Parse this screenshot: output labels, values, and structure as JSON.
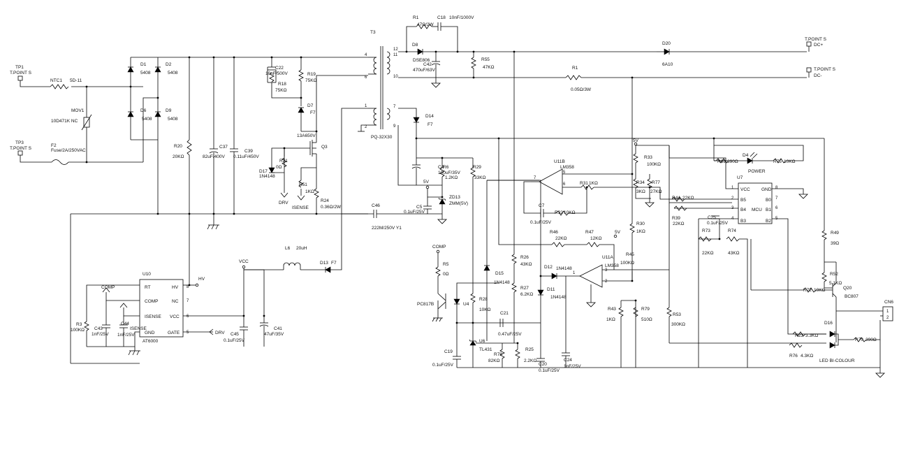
{
  "labels": {
    "tp1": "TP1",
    "tp1_sub": "T.POINT S",
    "tp3": "TP3",
    "tp3_sub": "T.POINT S",
    "ntc1": "NTC1",
    "ntc1_val": "5D-11",
    "mov1": "MOV1",
    "mov1_val": "10D471K NC",
    "f2": "F2",
    "f2_val": "Fuse/2A/250VAC",
    "d1": "D1",
    "d1_val": "5408",
    "d2": "D2",
    "d2_val": "5408",
    "d6": "D6",
    "d6_val": "5408",
    "d9": "D9",
    "d9_val": "5408",
    "r20": "R20",
    "r20_val": "20KΩ",
    "c37": "C37",
    "c37_val": "82uF/400V",
    "c39": "C39",
    "c39_val": "0.11uF/450V",
    "c22": "C22",
    "c22_val": "10nF/500V",
    "r18": "R18",
    "r18_val": "75KΩ",
    "r19": "R19",
    "r19_val": "75KΩ",
    "d7": "D7",
    "d7_val": "F7",
    "q3": "Q3",
    "q3_val": "13A650V",
    "r21": "R21",
    "r21_val": "0Ω",
    "d17": "D17",
    "d17_val": "1N4148",
    "drv": "DRV",
    "r51": "R51",
    "r51_val": "1KΩ",
    "isense": "ISENSE",
    "r24": "R24",
    "r24_val": "0.36Ω/2W",
    "t3": "T3",
    "t3_val": "PQ-32X30",
    "t3_p4": "4",
    "t3_p6": "6",
    "t3_p1": "1",
    "t3_p2": "2",
    "t3_p12": "12",
    "t3_p11": "11",
    "t3_p10": "10",
    "t3_p7": "7",
    "t3_p9": "9",
    "c46": "C46",
    "c46_val": "222M/250V Y1",
    "r1a": "R1",
    "r1a_val": "47Ω/2W",
    "c18": "C18",
    "c18_val": "10nF/1000V",
    "d8": "D8",
    "d8_val": "DSE806",
    "c42": "C42",
    "c42_val": "470uF/63V",
    "r55": "R55",
    "r55_val": "47KΩ",
    "d20": "D20",
    "d20_val": "6A10",
    "r1b": "R1",
    "r1b_val": "0.05Ω/3W",
    "dcp_tp": "T.POINT S",
    "dcp": "DC+",
    "dcm_tp": "T.POINT S",
    "dcm": "DC-",
    "d14": "D14",
    "d14_val": "F7",
    "c4": "C4",
    "c4_val": "100uF/35V",
    "r6": "R6",
    "r6_val": "1.2KΩ",
    "r29": "R29",
    "r29_val": "33KΩ",
    "zd13": "ZD13",
    "zd13_val": "ZMM(5V)",
    "c5": "C5",
    "c5_val": "0.1uF/25V",
    "v5_a": "5V",
    "v5_b": "5V",
    "v5_c": "5V",
    "u11b": "U11B",
    "u11b_val": "LM358",
    "r31": "R31",
    "r31_val": "1KΩ",
    "c7": "C7",
    "c7_val": "0.1uF/25V",
    "r32": "R32",
    "r32_val": "10KΩ",
    "r33": "R33",
    "r33_val": "100KΩ",
    "r34": "R34",
    "r34_val": "3KΩ",
    "r77": "R77",
    "r77_val": "27KΩ",
    "d4": "D4",
    "d4_val": "POWER",
    "r69": "R69",
    "r69_val": "390Ω",
    "r75": "R75",
    "r75_val": "10KΩ",
    "u7": "U7",
    "u7_val": "MCU",
    "u7_vcc": "VCC",
    "u7_gnd": "GND",
    "u7_b5": "B5",
    "u7_b0": "B0",
    "u7_b4": "B4",
    "u7_b1": "B1",
    "u7_b3": "B3",
    "u7_b2": "B2",
    "r44": "R44",
    "r44_val": "22KΩ",
    "r39": "R39",
    "r39_val": "22KΩ",
    "c25": "C25",
    "c25_val": "0.1uF/25V",
    "r73": "R73",
    "r73_val": "22KΩ",
    "r74": "R74",
    "r74_val": "43KΩ",
    "r49": "R49",
    "r49_val": "39Ω",
    "r52": "R52",
    "r52_val": "5.1KΩ",
    "r72": "R72",
    "r72_val": "10KΩ",
    "q20": "Q20",
    "q20_val": "BC807",
    "cn6": "CN6",
    "cn6_p1": "1",
    "cn6_p2": "2",
    "d16": "D16",
    "d16_val": "LED BI-COLOUR",
    "r23": "R23",
    "r23_val": "3.3KΩ",
    "r76": "R76",
    "r76_val": "4.3KΩ",
    "r70": "R70",
    "r70_val": "390Ω",
    "r30": "R30",
    "r30_val": "1KΩ",
    "r45": "R45",
    "r45_val": "100KΩ",
    "r46": "R46",
    "r46_val": "22KΩ",
    "r47": "R47",
    "r47_val": "12KΩ",
    "u11a": "U11A",
    "u11a_val": "LM358",
    "d12": "D12",
    "d12_val": "1N4148",
    "d11": "D11",
    "d11_val": "1N4148",
    "r43": "R43",
    "r43_val": "1KΩ",
    "r79": "R79",
    "r79_val": "510Ω",
    "r53": "R53",
    "r53_val": "300KΩ",
    "r26": "R26",
    "r26_val": "43KΩ",
    "r27": "R27",
    "r27_val": "6.2KΩ",
    "d15": "D15",
    "d15_val": "1N4148",
    "comp": "COMP",
    "r5": "R5",
    "r5_val": "0Ω",
    "pc817b": "PC817B",
    "u4": "U4",
    "r28": "R28",
    "r28_val": "10KΩ",
    "c21": "C21",
    "c21_val": "0.47uF/25V",
    "u6": "U6",
    "u6_val": "TL431",
    "c19": "C19",
    "c19_val": "0.1uF/25V",
    "r78": "R78",
    "r78_val": "82KΩ",
    "r25": "R25",
    "r25_val": "2.2KΩ",
    "c20": "C20",
    "c20_val": "0.1uF/25V",
    "c24": "C24",
    "c24_val": "1nF/25V",
    "l6": "L6",
    "l6_val": "20uH",
    "d13": "D13",
    "d13_val": "F7",
    "vcc": "VCC",
    "c45": "C45",
    "c45_val": "0.1uF/25V",
    "c41": "C41",
    "c41_val": "47uF/35V",
    "u10": "U10",
    "u10_val": "AT6000",
    "u10_rt": "RT",
    "u10_comp": "COMP",
    "u10_isense": "ISENSE",
    "u10_gnd": "GND",
    "u10_hv": "HV",
    "u10_nc": "NC",
    "u10_vcc": "VCC",
    "u10_gate": "GATE",
    "hv": "HV",
    "comp2": "COMP",
    "isense2": "ISENSE",
    "drv2": "DRV",
    "r3": "R3",
    "r3_val": "100KΩ",
    "c43": "C43",
    "c43_val": "1nF/25V",
    "c44": "C44",
    "c44_val": "1nF/25V"
  }
}
